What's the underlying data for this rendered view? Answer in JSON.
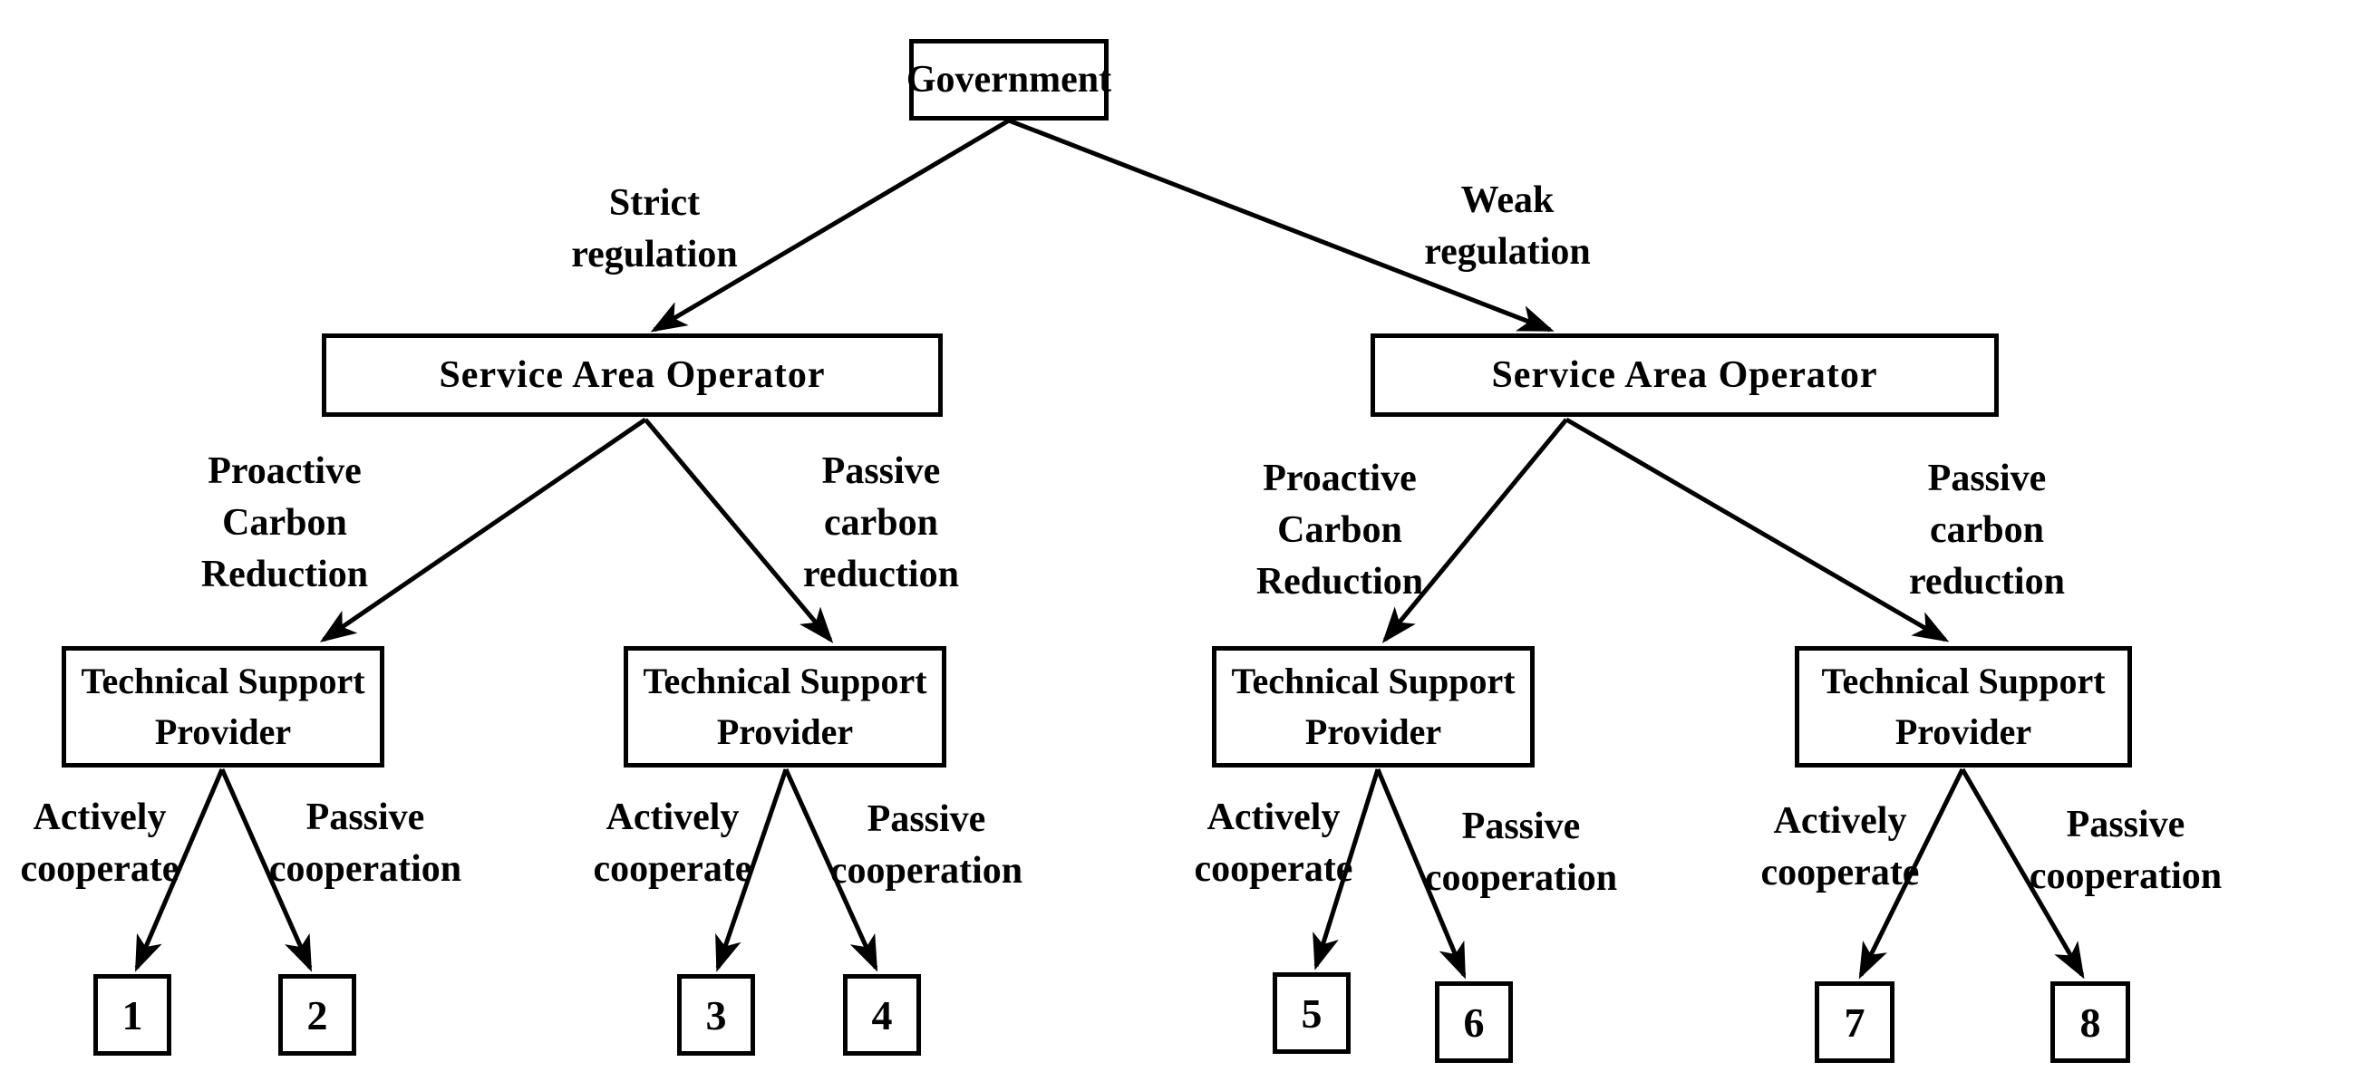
{
  "diagram": {
    "type": "decision-tree",
    "root": {
      "label": "Government"
    },
    "regulation_labels": [
      {
        "text": "Strict\nregulation"
      },
      {
        "text": "Weak\nregulation"
      }
    ],
    "operators": [
      {
        "label": "Service Area Operator"
      },
      {
        "label": "Service Area Operator"
      }
    ],
    "carbon_labels": [
      {
        "text": "Proactive\nCarbon\nReduction"
      },
      {
        "text": "Passive\ncarbon\nreduction"
      },
      {
        "text": "Proactive\nCarbon\nReduction"
      },
      {
        "text": "Passive\ncarbon\nreduction"
      }
    ],
    "providers": [
      {
        "label": "Technical Support\nProvider"
      },
      {
        "label": "Technical Support\nProvider"
      },
      {
        "label": "Technical Support\nProvider"
      },
      {
        "label": "Technical Support\nProvider"
      }
    ],
    "cooperation_labels": [
      {
        "text": "Actively\ncooperate"
      },
      {
        "text": "Passive\ncooperation"
      },
      {
        "text": "Actively\ncooperate"
      },
      {
        "text": "Passive\ncooperation"
      },
      {
        "text": "Actively\ncooperate"
      },
      {
        "text": "Passive\ncooperation"
      },
      {
        "text": "Actively\ncooperate"
      },
      {
        "text": "Passive\ncooperation"
      }
    ],
    "leaves": [
      {
        "label": "1"
      },
      {
        "label": "2"
      },
      {
        "label": "3"
      },
      {
        "label": "4"
      },
      {
        "label": "5"
      },
      {
        "label": "6"
      },
      {
        "label": "7"
      },
      {
        "label": "8"
      }
    ],
    "colors": {
      "line": "#000000",
      "box_border": "#000000",
      "background": "#ffffff"
    }
  }
}
